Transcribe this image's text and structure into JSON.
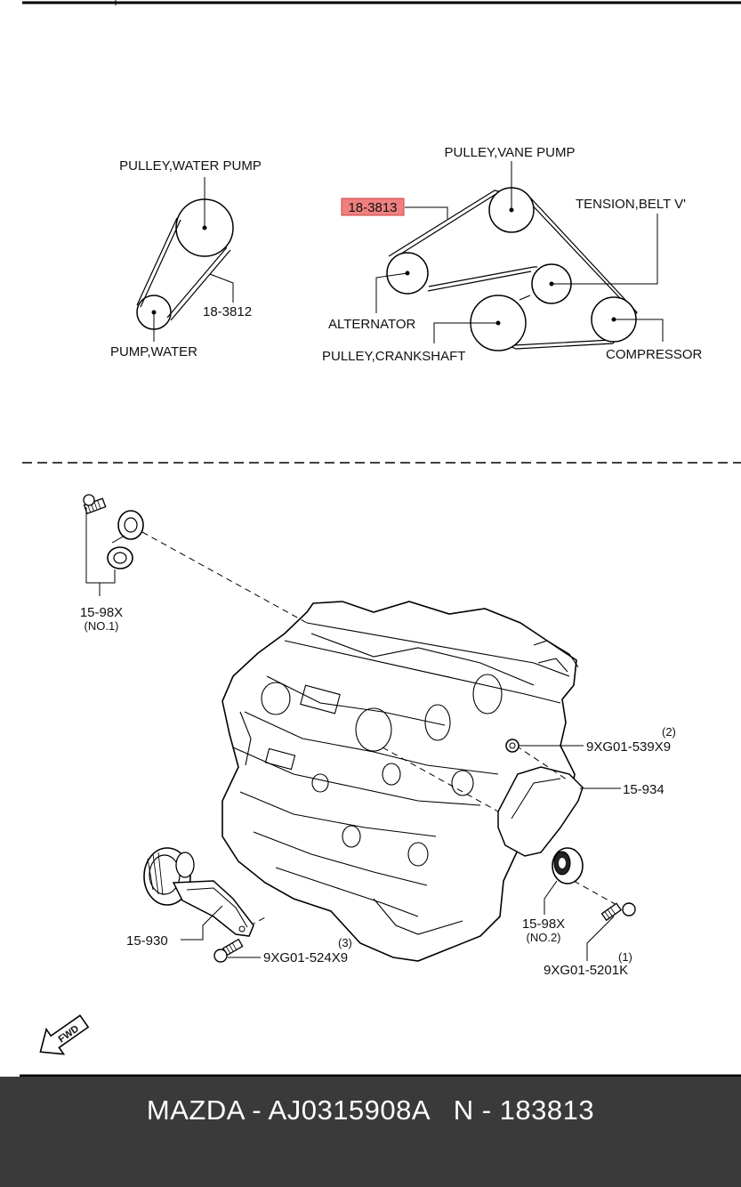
{
  "belt_diagram": {
    "water_pump_group": {
      "pulley_water_pump": "PULLEY,WATER PUMP",
      "belt_part": "18-3812",
      "pump_water": "PUMP,WATER"
    },
    "main_belt_group": {
      "highlighted_part": "18-3813",
      "highlight_color": "#f08080",
      "pulley_vane_pump": "PULLEY,VANE PUMP",
      "tension_belt": "TENSION,BELT  V'",
      "alternator": "ALTERNATOR",
      "pulley_crankshaft": "PULLEY,CRANKSHAFT",
      "compressor": "COMPRESSOR"
    }
  },
  "engine_diagram": {
    "idler_top": {
      "part": "15-98X",
      "note": "(NO.1)"
    },
    "bolt_right": {
      "index": "(2)",
      "part": "9XG01-539X9"
    },
    "cover": {
      "part": "15-934"
    },
    "idler_bottom": {
      "part": "15-98X",
      "note": "(NO.2)"
    },
    "bolt_bottom_right": {
      "index": "(1)",
      "part": "9XG01-5201K"
    },
    "tensioner": {
      "part": "15-930"
    },
    "bolt_left": {
      "index": "(3)",
      "part": "9XG01-524X9"
    },
    "fwd_icon_label": "FWD"
  },
  "footer": {
    "caption": "MAZDA - AJ0315908A   N - 183813",
    "background": "#3a3a3a"
  }
}
